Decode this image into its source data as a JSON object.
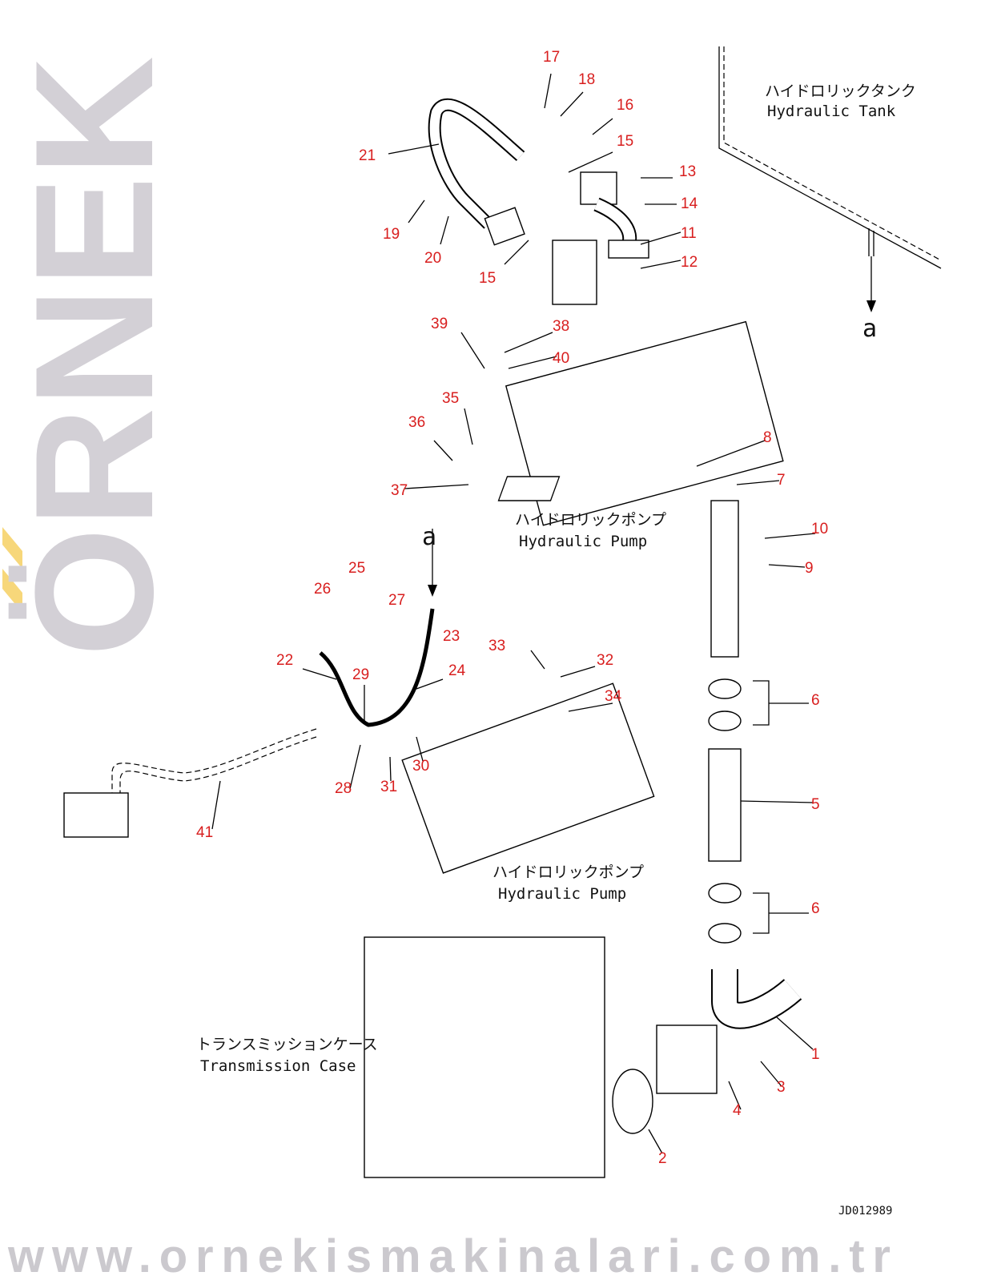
{
  "watermark": {
    "brand": "ÖRNEK",
    "url": "www.ornekismakinalari.com.tr",
    "accent": "#f7d77a"
  },
  "captions": {
    "tank_jp": "ハイドロリックタンク",
    "tank_en": "Hydraulic Tank",
    "pump1_jp": "ハイドロリックポンプ",
    "pump1_en": "Hydraulic Pump",
    "pump2_jp": "ハイドロリックポンプ",
    "pump2_en": "Hydraulic Pump",
    "case_jp": "トランスミッションケース",
    "case_en": "Transmission Case",
    "ref_a1": "a",
    "ref_a2": "a",
    "drawing_id": "JD012989"
  },
  "part_labels": [
    "17",
    "18",
    "16",
    "15",
    "21",
    "13",
    "14",
    "19",
    "20",
    "11",
    "15",
    "12",
    "39",
    "38",
    "40",
    "35",
    "36",
    "37",
    "8",
    "7",
    "10",
    "9",
    "25",
    "26",
    "27",
    "23",
    "22",
    "29",
    "24",
    "33",
    "32",
    "34",
    "6",
    "28",
    "31",
    "30",
    "41",
    "5",
    "6",
    "1",
    "3",
    "4",
    "2"
  ],
  "colors": {
    "label": "#d81e1e",
    "line": "#000000"
  }
}
